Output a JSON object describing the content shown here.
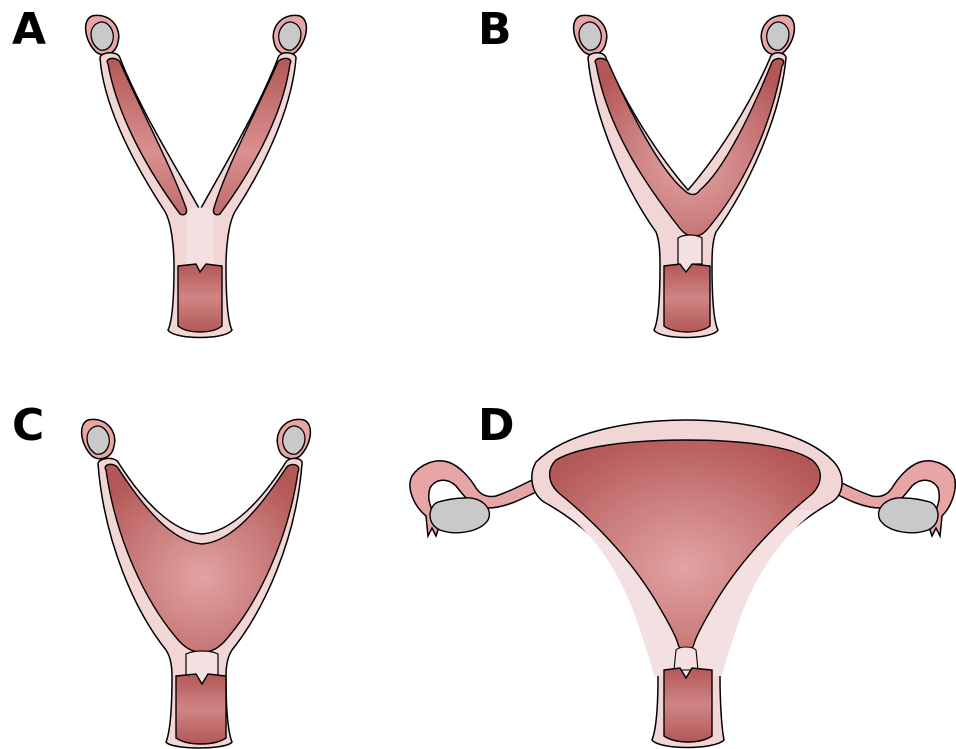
{
  "panels": [
    {
      "letter": "A",
      "variant": "uterus-didelphys"
    },
    {
      "letter": "B",
      "variant": "bicornuate-uterus"
    },
    {
      "letter": "C",
      "variant": "arcuate-uterus"
    },
    {
      "letter": "D",
      "variant": "normal-uterus"
    }
  ],
  "colors": {
    "outer_wall": "#f2d6d6",
    "wall_light": "#f4e0e0",
    "cavity_dark": "#b45757",
    "cavity_mid": "#c97b7b",
    "cavity_light": "#e3a3a3",
    "tube": "#e8a5a5",
    "ovary": "#c9c9c9",
    "outline": "#000000",
    "background": "#ffffff"
  }
}
